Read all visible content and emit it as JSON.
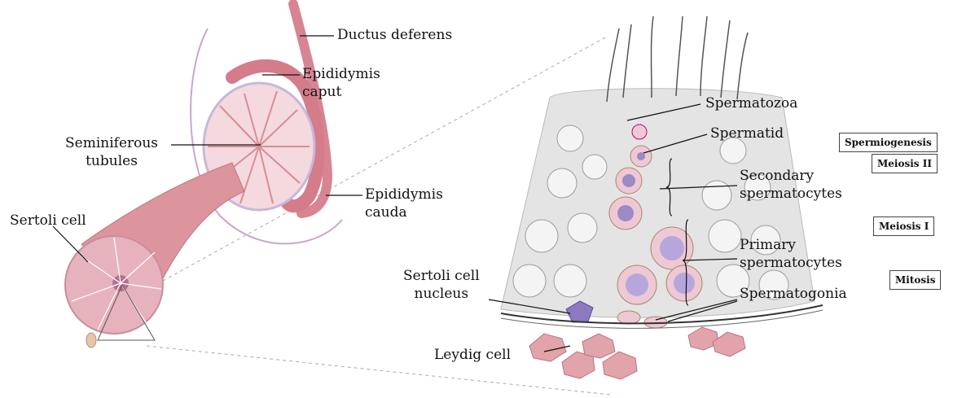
{
  "labels": {
    "ductus_deferens": "Ductus deferens",
    "epididymis_caput_1": "Epididymis",
    "epididymis_caput_2": "caput",
    "seminiferous_1": "Seminiferous",
    "seminiferous_2": "tubules",
    "epididymis_cauda_1": "Epididymis",
    "epididymis_cauda_2": "cauda",
    "sertoli_cell": "Sertoli cell",
    "spermatozoa": "Spermatozoa",
    "spermatid": "Spermatid",
    "secondary_1": "Secondary",
    "secondary_2": "spermatocytes",
    "primary_1": "Primary",
    "primary_2": "spermatocytes",
    "sertoli_nucleus_1": "Sertoli cell",
    "sertoli_nucleus_2": "nucleus",
    "spermatogonia": "Spermatogonia",
    "leydig_cell": "Leydig cell"
  },
  "stages": {
    "spermiogenesis": "Spermiogenesis",
    "meiosis_ii": "Meiosis II",
    "meiosis_i": "Meiosis I",
    "mitosis": "Mitosis"
  },
  "colors": {
    "tubule_pink": "#d98c96",
    "cell_purple": "#9b8ac4",
    "tissue_grey": "#cfcfcf",
    "leydig_pink": "#e3a3aa"
  }
}
